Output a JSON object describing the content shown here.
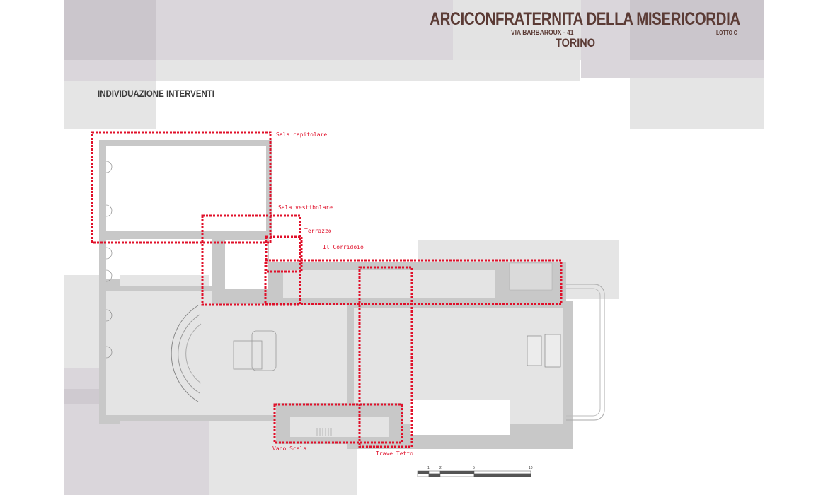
{
  "header": {
    "title": "ARCICONFRATERNITA DELLA MISERICORDIA",
    "address": "VIA BARBAROUX - 41",
    "city": "TORINO",
    "lot": "LOTTO C"
  },
  "section_title": "INDIVIDUAZIONE INTERVENTI",
  "interventions": [
    {
      "label": "Sala capitolare"
    },
    {
      "label": "Sala vestibolare"
    },
    {
      "label": "Terrazzo"
    },
    {
      "label": "Il Corridoio"
    },
    {
      "label": "Vano Scala"
    },
    {
      "label": "Trave Tetto"
    }
  ],
  "scale_bar": {
    "ticks": [
      "1",
      "2",
      "5",
      "10"
    ]
  },
  "colors": {
    "title": "#5b3b35",
    "annotation": "#e0102a",
    "wall": "#c8c8c8",
    "floor": "#e4e4e4"
  }
}
